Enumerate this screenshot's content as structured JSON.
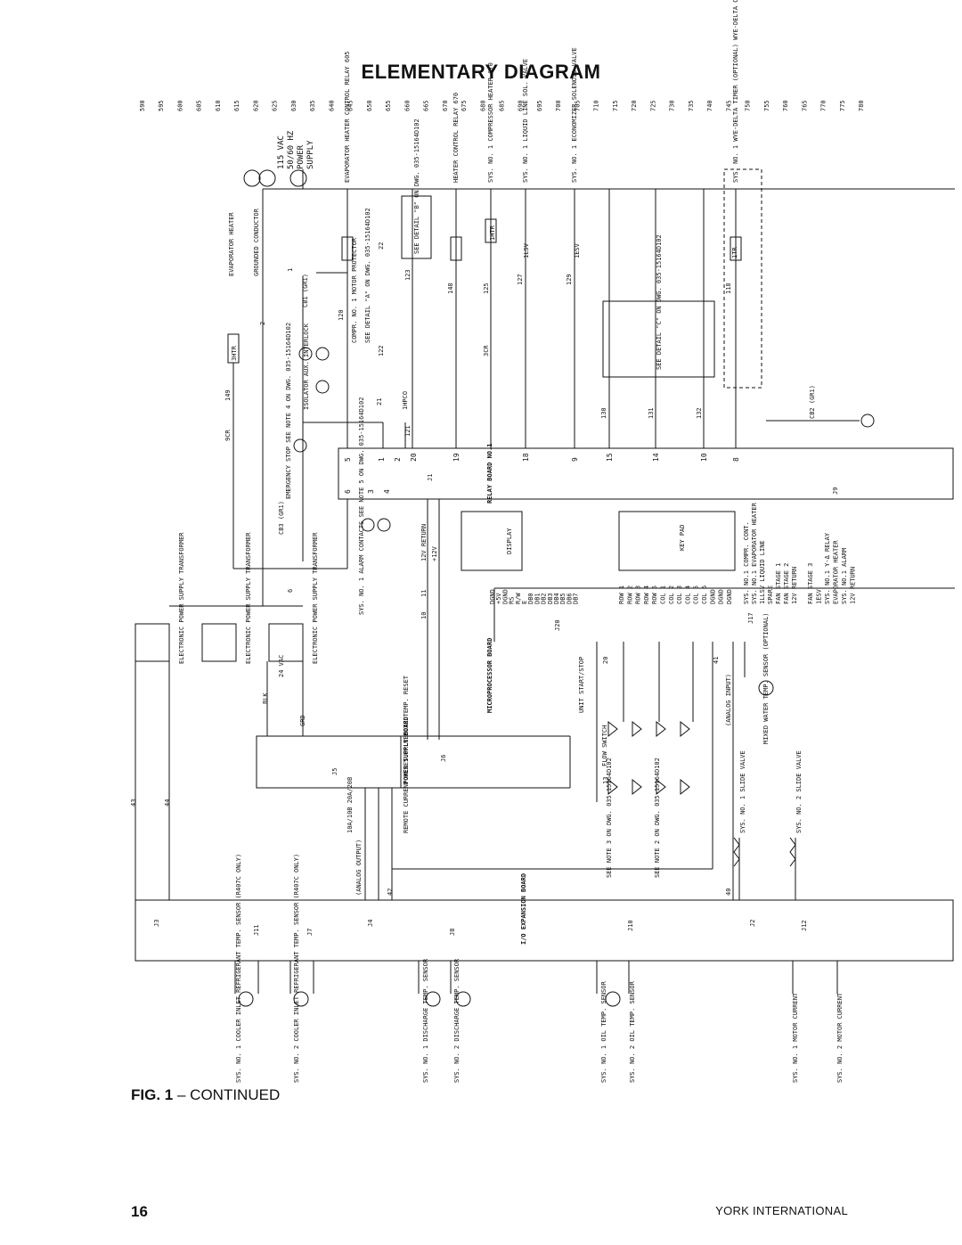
{
  "header": {
    "title": "ELEMENTARY DIAGRAM"
  },
  "figure": {
    "number": "FIG. 1",
    "dash": "–",
    "caption": "CONTINUED"
  },
  "footer": {
    "page_number": "16",
    "company": "YORK INTERNATIONAL"
  },
  "line_numbers": [
    "590",
    "595",
    "600",
    "605",
    "610",
    "615",
    "620",
    "625",
    "630",
    "635",
    "640",
    "645",
    "650",
    "655",
    "660",
    "665",
    "670",
    "675",
    "680",
    "685",
    "690",
    "695",
    "700",
    "705",
    "710",
    "715",
    "720",
    "725",
    "730",
    "735",
    "740",
    "745",
    "750",
    "755",
    "760",
    "765",
    "770",
    "775",
    "780"
  ],
  "power": {
    "supply_label": [
      "115 VAC",
      "50/60 HZ",
      "POWER",
      "SUPPLY"
    ],
    "grounded_conductor": "GROUNDED CONDUCTOR",
    "evaporator_heater": "EVAPORATOR HEATER",
    "evap_heater_relay": "EVAPORATOR HEATER CONTROL RELAY 605",
    "heater_control_relay": "HEATER CONTROL RELAY 670",
    "compressor_heater": "SYS. NO. 1 COMPRESSOR HEATER 670",
    "liquid_line_valve": "SYS. NO. 1 LIQUID LINE SOL. VALVE",
    "economizer_valve": "SYS. NO. 1 ECONOMIZER SOLENOID VALVE",
    "wye_delta_timer": "SYS. NO. 1 WYE-DELTA TIMER (OPTIONAL) WYE-DELTA ONLY"
  },
  "details": {
    "detail_b": "SEE DETAIL \"B\" ON DWG. 035-15164D102",
    "detail_a": "SEE DETAIL \"A\" ON DWG. 035-15164D102",
    "detail_c": "SEE DETAIL \"C\" ON DWG. 035-15164D102",
    "compr_motor_protector": "COMPR. NO. 1 MOTOR PROTECTOR",
    "isolator": "ISOLATOR AUX. INTERLOCK",
    "emergency_stop": "EMERGENCY STOP SEE NOTE 4 ON DWG. 035-15164D102",
    "alarm_contacts": "SYS. NO. 1 ALARM CONTACTS SEE NOTE 5 ON DWG. 035-15164D102",
    "cb1": "CB1 (GR1)",
    "cb2": "CB2 (GR1)",
    "cb3": "CB3 (GR1)"
  },
  "components": {
    "relay_board": "RELAY BOARD NO.1",
    "display": "DISPLAY",
    "key_pad": "KEY PAD",
    "microprocessor_board": "MICROPROCESSOR BOARD",
    "power_supply_board": "POWER SUPPLY BOARD",
    "io_expansion_board": "I/O EXPANSION BOARD",
    "transformer": "ELECTRONIC POWER SUPPLY TRANSFORMER",
    "mixed_water": "MIXED WATER TEMP. SENSOR (OPTIONAL)",
    "unit_start_stop": "UNIT START/STOP",
    "flow_switch": "FLOW SWITCH",
    "remote_reset": "REMOTE CURRENT RESET OR REMOTE TEMP. RESET"
  },
  "wire_numbers": {
    "top": [
      "1",
      "2",
      "120",
      "122",
      "22",
      "123",
      "121",
      "148",
      "125",
      "127",
      "129",
      "118",
      "21",
      "130",
      "131",
      "132"
    ],
    "mid": [
      "149",
      "6",
      "11",
      "10",
      "12V RETURN",
      "+12V",
      "20",
      "13",
      "41",
      "40",
      "43",
      "44",
      "42"
    ],
    "misc": [
      "3HTR",
      "9CR",
      "1HTR",
      "3CR",
      "1LSV",
      "1ESV",
      "1TR",
      "1HPCO",
      "BLK",
      "GRD",
      "24 VAC"
    ]
  },
  "relay_terminals": [
    "5",
    "1",
    "2",
    "20",
    "19",
    "18",
    "9",
    "15",
    "14",
    "10",
    "8"
  ],
  "relay_terminals_lower": [
    "6",
    "3",
    "4"
  ],
  "display_pins": [
    "DGND",
    "+5V",
    "DGND",
    "RS",
    "R/W",
    "E",
    "DB0",
    "DB1",
    "DB2",
    "DB3",
    "DB4",
    "DB5",
    "DB6",
    "DB7"
  ],
  "keypad_pins": [
    "ROW 1",
    "ROW 2",
    "ROW 3",
    "ROW 4",
    "ROW 5",
    "COL 1",
    "COL 2",
    "COL 3",
    "COL 4",
    "COL 5",
    "COL 6",
    "DGND",
    "DGND",
    "DGND"
  ],
  "j3_outputs": [
    "SYS. NO.1 COMPR. CONT.",
    "SYS. NO.1 EVAPORATOR HEATER",
    "1LLSV LIQUID LINE",
    "SPARE",
    "FAN STAGE 1",
    "FAN STAGE 2",
    "12V RETURN"
  ],
  "j4_outputs": [
    "FAN STAGE 3",
    "1ESV",
    "SYS. NO.1 Y-Δ RELAY",
    "EVAPORATOR HEATER",
    "SYS. NO.1 ALARM",
    "12V RETURN"
  ],
  "sensors_bottom": [
    "SYS. NO. 1 COOLER INLET REFRIGERANT TEMP. SENSOR (R407C ONLY)",
    "SYS. NO. 2 COOLER INLET REFRIGERANT TEMP. SENSOR (R407C ONLY)",
    "SYS. NO. 1 DISCHARGE TEMP. SENSOR",
    "SYS. NO. 2 DISCHARGE TEMP. SENSOR",
    "SYS. NO. 1 OIL TEMP. SENSOR",
    "SYS. NO. 2 OIL TEMP. SENSOR",
    "SYS. NO. 1 MOTOR CURRENT",
    "SYS. NO. 2 MOTOR CURRENT"
  ],
  "slide_valves": [
    "SYS. NO. 1 SLIDE VALVE",
    "SYS. NO. 2 SLIDE VALVE"
  ],
  "connectors": [
    "J1",
    "J2",
    "J3",
    "J4",
    "J5",
    "J6",
    "J7",
    "J8",
    "J9",
    "J10",
    "J11",
    "J12",
    "J17",
    "J20"
  ],
  "notes": {
    "see_note_3": "SEE NOTE 3 ON DWG. 035-15164D102",
    "see_note_2": "SEE NOTE 2 ON DWG. 035-15164D102",
    "analog_output": "(ANALOG OUTPUT)",
    "analog_input": "(ANALOG INPUT)",
    "reset_codes": "10A/10B 20A/20B"
  }
}
